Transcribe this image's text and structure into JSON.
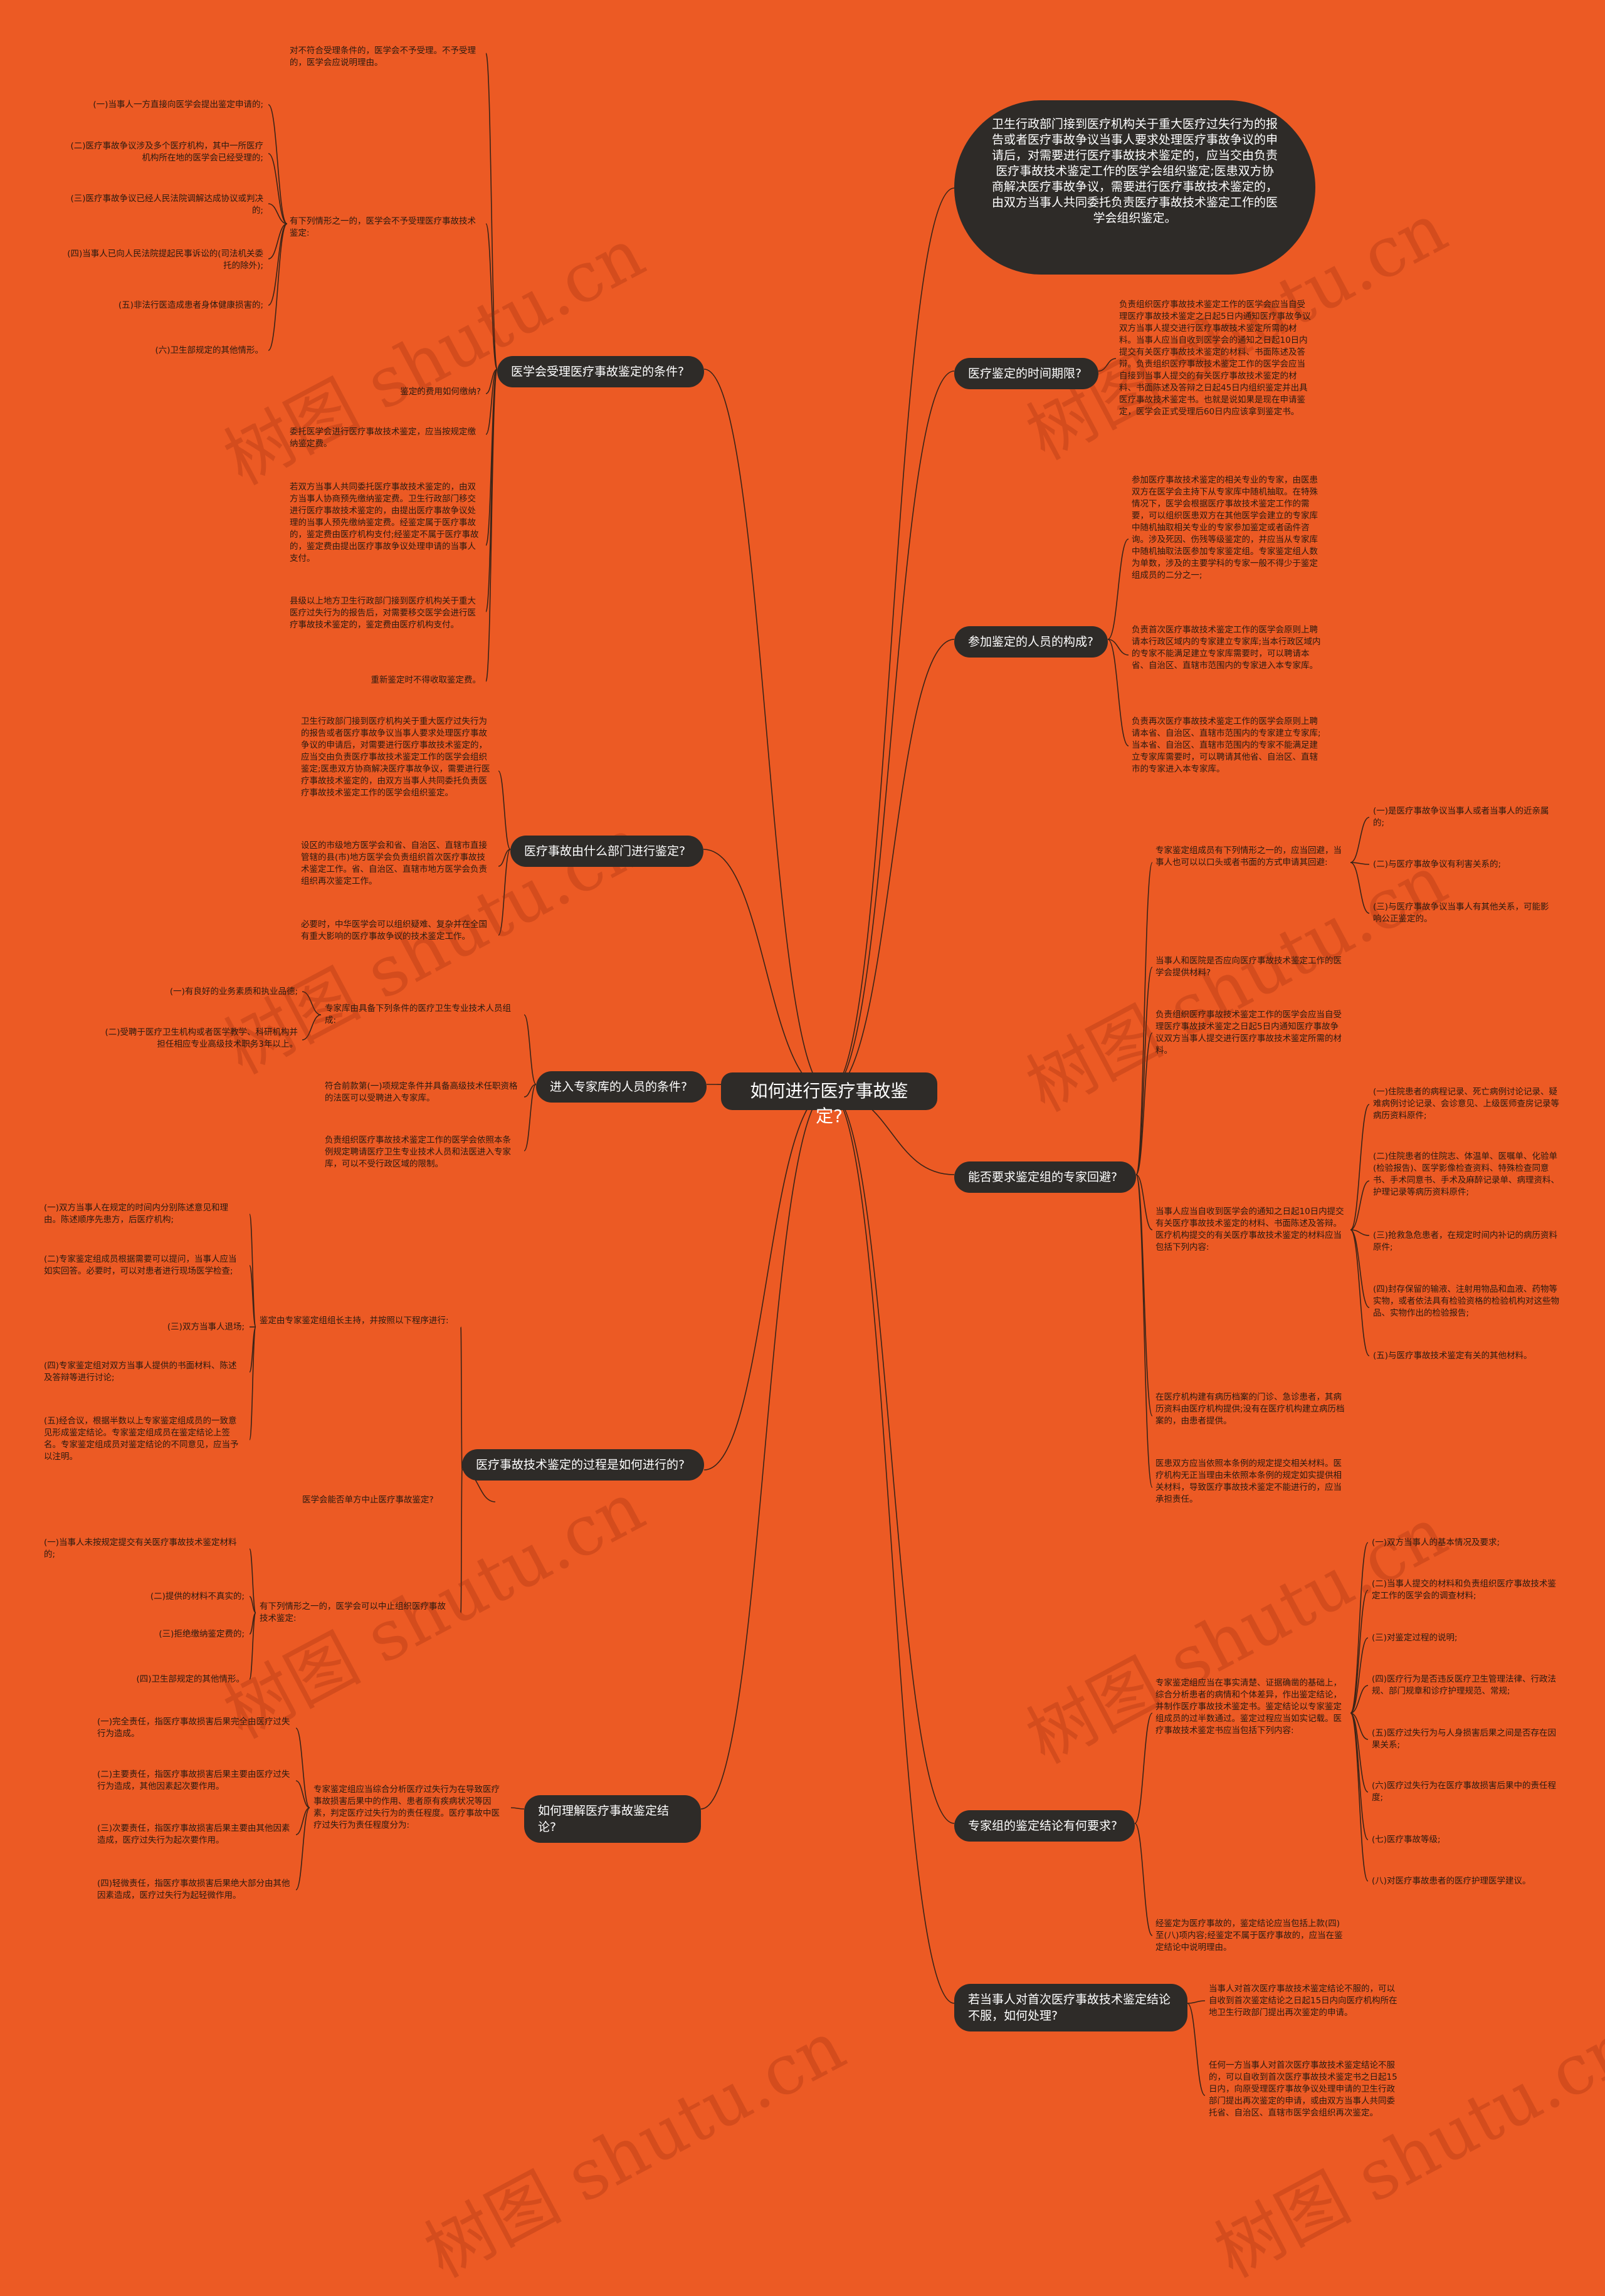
{
  "watermark": "树图 shutu.cn",
  "root": "如何进行医疗事故鉴定?",
  "callout": "卫生行政部门接到医疗机构关于重大医疗过失行为的报告或者医疗事故争议当事人要求处理医疗事故争议的申请后，对需要进行医疗事故技术鉴定的，应当交由负责医疗事故技术鉴定工作的医学会组织鉴定;医患双方协商解决医疗事故争议，需要进行医疗事故技术鉴定的，由双方当事人共同委托负责医疗事故技术鉴定工作的医学会组织鉴定。",
  "left": {
    "conditions": {
      "label": "医学会受理医疗事故鉴定的条件?",
      "intro": "对不符合受理条件的，医学会不予受理。不予受理的，医学会应说明理由。",
      "list_head": "有下列情形之一的，医学会不予受理医疗事故技术鉴定:",
      "items": [
        "(一)当事人一方直接向医学会提出鉴定申请的;",
        "(二)医疗事故争议涉及多个医疗机构，其中一所医疗机构所在地的医学会已经受理的;",
        "(三)医疗事故争议已经人民法院调解达成协议或判决的;",
        "(四)当事人已向人民法院提起民事诉讼的(司法机关委托的除外);",
        "(五)非法行医造成患者身体健康损害的;",
        "(六)卫生部规定的其他情形。"
      ],
      "fee_q": "鉴定的费用如何缴纳?",
      "fee_1": "委托医学会进行医疗事故技术鉴定，应当按规定缴纳鉴定费。",
      "fee_2": "若双方当事人共同委托医疗事故技术鉴定的，由双方当事人协商预先缴纳鉴定费。卫生行政部门移交进行医疗事故技术鉴定的，由提出医疗事故争议处理的当事人预先缴纳鉴定费。经鉴定属于医疗事故的，鉴定费由医疗机构支付;经鉴定不属于医疗事故的，鉴定费由提出医疗事故争议处理申请的当事人支付。",
      "fee_3": "县级以上地方卫生行政部门接到医疗机构关于重大医疗过失行为的报告后，对需要移交医学会进行医疗事故技术鉴定的，鉴定费由医疗机构支付。",
      "fee_4": "重新鉴定时不得收取鉴定费。"
    },
    "department": {
      "label": "医疗事故由什么部门进行鉴定?",
      "items": [
        "卫生行政部门接到医疗机构关于重大医疗过失行为的报告或者医疗事故争议当事人要求处理医疗事故争议的申请后，对需要进行医疗事故技术鉴定的，应当交由负责医疗事故技术鉴定工作的医学会组织鉴定;医患双方协商解决医疗事故争议，需要进行医疗事故技术鉴定的，由双方当事人共同委托负责医疗事故技术鉴定工作的医学会组织鉴定。",
        "设区的市级地方医学会和省、自治区、直辖市直接管辖的县(市)地方医学会负责组织首次医疗事故技术鉴定工作。省、自治区、直辖市地方医学会负责组织再次鉴定工作。",
        "必要时，中华医学会可以组织疑难、复杂并在全国有重大影响的医疗事故争议的技术鉴定工作。"
      ]
    },
    "expert": {
      "label": "进入专家库的人员的条件?",
      "head": "专家库由具备下列条件的医疗卫生专业技术人员组成:",
      "subs": [
        "(一)有良好的业务素质和执业品德;",
        "(二)受聘于医疗卫生机构或者医学教学、科研机构并担任相应专业高级技术职务3年以上。"
      ],
      "items": [
        "符合前款第(一)项规定条件并具备高级技术任职资格的法医可以受聘进入专家库。",
        "负责组织医疗事故技术鉴定工作的医学会依照本条例规定聘请医疗卫生专业技术人员和法医进入专家库，可以不受行政区域的限制。"
      ]
    },
    "process": {
      "label": "医疗事故技术鉴定的过程是如何进行的?",
      "head": "鉴定由专家鉴定组组长主持，并按照以下程序进行:",
      "steps": [
        "(一)双方当事人在规定的时间内分别陈述意见和理由。陈述顺序先患方，后医疗机构;",
        "(二)专家鉴定组成员根据需要可以提问，当事人应当如实回答。必要时，可以对患者进行现场医学检查;",
        "(三)双方当事人退场;",
        "(四)专家鉴定组对双方当事人提供的书面材料、陈述及答辩等进行讨论;",
        "(五)经合议，根据半数以上专家鉴定组成员的一致意见形成鉴定结论。专家鉴定组成员在鉴定结论上签名。专家鉴定组成员对鉴定结论的不同意见，应当予以注明。"
      ],
      "stop_q": "医学会能否单方中止医疗事故鉴定?",
      "stop_head": "有下列情形之一的，医学会可以中止组织医疗事故技术鉴定:",
      "stop_items": [
        "(一)当事人未按规定提交有关医疗事故技术鉴定材料的;",
        "(二)提供的材料不真实的;",
        "(三)拒绝缴纳鉴定费的;",
        "(四)卫生部规定的其他情形。"
      ]
    },
    "conclusion": {
      "label": "如何理解医疗事故鉴定结论?",
      "head": "专家鉴定组应当综合分析医疗过失行为在导致医疗事故损害后果中的作用、患者原有疾病状况等因素，判定医疗过失行为的责任程度。医疗事故中医疗过失行为责任程度分为:",
      "items": [
        "(一)完全责任，指医疗事故损害后果完全由医疗过失行为造成。",
        "(二)主要责任，指医疗事故损害后果主要由医疗过失行为造成，其他因素起次要作用。",
        "(三)次要责任，指医疗事故损害后果主要由其他因素造成，医疗过失行为起次要作用。",
        "(四)轻微责任，指医疗事故损害后果绝大部分由其他因素造成，医疗过失行为起轻微作用。"
      ]
    }
  },
  "right": {
    "time": {
      "label": "医疗鉴定的时间期限?",
      "text": "负责组织医疗事故技术鉴定工作的医学会应当自受理医疗事故技术鉴定之日起5日内通知医疗事故争议双方当事人提交进行医疗事故技术鉴定所需的材料。当事人应当自收到医学会的通知之日起10日内提交有关医疗事故技术鉴定的材料、书面陈述及答辩。负责组织医疗事故技术鉴定工作的医学会应当自接到当事人提交的有关医疗事故技术鉴定的材料、书面陈述及答辩之日起45日内组织鉴定并出具医疗事故技术鉴定书。也就是说如果是现在申请鉴定，医学会正式受理后60日内应该拿到鉴定书。"
    },
    "members": {
      "label": "参加鉴定的人员的构成?",
      "items": [
        "参加医疗事故技术鉴定的相关专业的专家，由医患双方在医学会主持下从专家库中随机抽取。在特殊情况下，医学会根据医疗事故技术鉴定工作的需要，可以组织医患双方在其他医学会建立的专家库中随机抽取相关专业的专家参加鉴定或者函件咨询。涉及死因、伤残等级鉴定的，并应当从专家库中随机抽取法医参加专家鉴定组。专家鉴定组人数为单数，涉及的主要学科的专家一般不得少于鉴定组成员的二分之一;",
        "负责首次医疗事故技术鉴定工作的医学会原则上聘请本行政区域内的专家建立专家库;当本行政区域内的专家不能满足建立专家库需要时，可以聘请本省、自治区、直辖市范围内的专家进入本专家库。",
        "负责再次医疗事故技术鉴定工作的医学会原则上聘请本省、自治区、直辖市范围内的专家建立专家库;当本省、自治区、直辖市范围内的专家不能满足建立专家库需要时，可以聘请其他省、自治区、直辖市的专家进入本专家库。"
      ]
    },
    "avoid": {
      "label": "能否要求鉴定组的专家回避?",
      "head1": "专家鉴定组成员有下列情形之一的，应当回避，当事人也可以以口头或者书面的方式申请其回避:",
      "subs1": [
        "(一)是医疗事故争议当事人或者当事人的近亲属的;",
        "(二)与医疗事故争议有利害关系的;",
        "(三)与医疗事故争议当事人有其他关系，可能影响公正鉴定的。"
      ],
      "q2": "当事人和医院是否应向医疗事故技术鉴定工作的医学会提供材料?",
      "t3": "负责组织医疗事故技术鉴定工作的医学会应当自受理医疗事故技术鉴定之日起5日内通知医疗事故争议双方当事人提交进行医疗事故技术鉴定所需的材料。",
      "head4": "当事人应当自收到医学会的通知之日起10日内提交有关医疗事故技术鉴定的材料、书面陈述及答辩。医疗机构提交的有关医疗事故技术鉴定的材料应当包括下列内容:",
      "subs4": [
        "(一)住院患者的病程记录、死亡病例讨论记录、疑难病例讨论记录、会诊意见、上级医师查房记录等病历资料原件;",
        "(二)住院患者的住院志、体温单、医嘱单、化验单(检验报告)、医学影像检查资料、特殊检查同意书、手术同意书、手术及麻醉记录单、病理资料、护理记录等病历资料原件;",
        "(三)抢救急危患者，在规定时间内补记的病历资料原件;",
        "(四)封存保留的输液、注射用物品和血液、药物等实物，或者依法具有检验资格的检验机构对这些物品、实物作出的检验报告;",
        "(五)与医疗事故技术鉴定有关的其他材料。"
      ],
      "t5": "在医疗机构建有病历档案的门诊、急诊患者，其病历资料由医疗机构提供;没有在医疗机构建立病历档案的，由患者提供。",
      "t6": "医患双方应当依照本条例的规定提交相关材料。医疗机构无正当理由未依照本条例的规定如实提供相关材料，导致医疗事故技术鉴定不能进行的，应当承担责任。"
    },
    "report": {
      "label": "专家组的鉴定结论有何要求?",
      "head": "专家鉴定组应当在事实清楚、证据确凿的基础上，综合分析患者的病情和个体差异，作出鉴定结论，并制作医疗事故技术鉴定书。鉴定结论以专家鉴定组成员的过半数通过。鉴定过程应当如实记载。医疗事故技术鉴定书应当包括下列内容:",
      "items": [
        "(一)双方当事人的基本情况及要求;",
        "(二)当事人提交的材料和负责组织医疗事故技术鉴定工作的医学会的调查材料;",
        "(三)对鉴定过程的说明;",
        "(四)医疗行为是否违反医疗卫生管理法律、行政法规、部门规章和诊疗护理规范、常规;",
        "(五)医疗过失行为与人身损害后果之间是否存在因果关系;",
        "(六)医疗过失行为在医疗事故损害后果中的责任程度;",
        "(七)医疗事故等级;",
        "(八)对医疗事故患者的医疗护理医学建议。"
      ],
      "tail": "经鉴定为医疗事故的，鉴定结论应当包括上款(四)至(八)项内容;经鉴定不属于医疗事故的，应当在鉴定结论中说明理由。"
    },
    "dispute": {
      "label": "若当事人对首次医疗事故技术鉴定结论不服，如何处理?",
      "items": [
        "当事人对首次医疗事故技术鉴定结论不服的，可以自收到首次鉴定结论之日起15日内向医疗机构所在地卫生行政部门提出再次鉴定的申请。",
        "任何一方当事人对首次医疗事故技术鉴定结论不服的，可以自收到首次医疗事故技术鉴定书之日起15日内，向原受理医疗事故争议处理申请的卫生行政部门提出再次鉴定的申请，或由双方当事人共同委托省、自治区、直辖市医学会组织再次鉴定。"
      ]
    }
  }
}
